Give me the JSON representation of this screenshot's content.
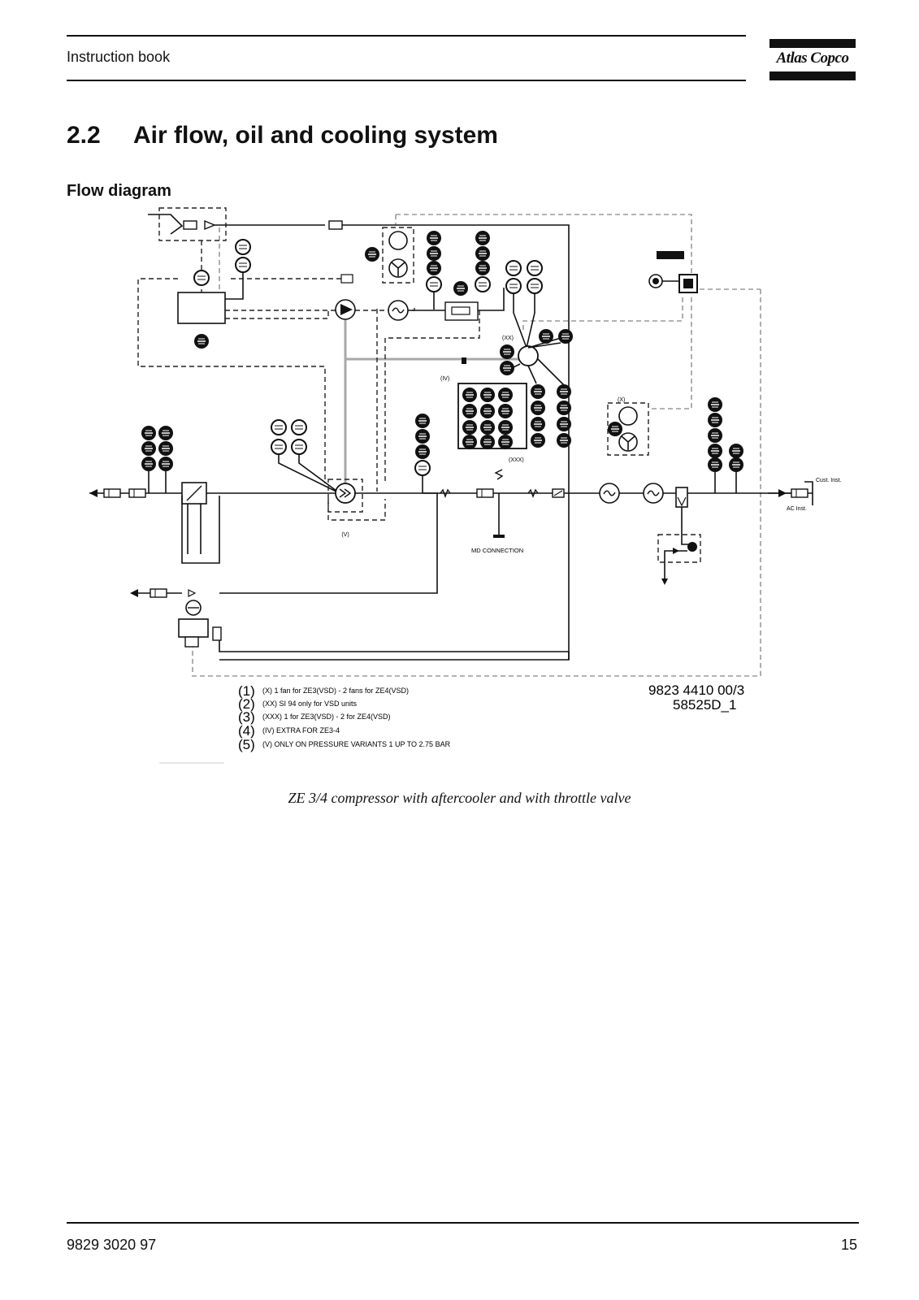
{
  "header": {
    "title": "Instruction book",
    "brand": "Atlas Copco"
  },
  "section": {
    "number": "2.2",
    "title": "Air flow, oil and cooling system"
  },
  "subheading": "Flow diagram",
  "diagram": {
    "drawing_number": "9823 4410 00/3",
    "drawing_ref": "58525D_1",
    "labels": {
      "md_connection": "MD CONNECTION",
      "cust_inst": "Cust. Inst.",
      "ac_inst": "AC Inst.",
      "marker_xx": "(XX)",
      "marker_x": "(X)",
      "marker_xxx": "(XXX)",
      "marker_iv": "(IV)",
      "marker_v": "(V)"
    },
    "notes": [
      {
        "num": "(1)",
        "text": "(X)  1 fan for ZE3(VSD) - 2 fans for ZE4(VSD)"
      },
      {
        "num": "(2)",
        "text": "(XX)  SI 94 only for VSD units"
      },
      {
        "num": "(3)",
        "text": "(XXX)  1 for ZE3(VSD) - 2 for ZE4(VSD)"
      },
      {
        "num": "(4)",
        "text": "(IV) EXTRA FOR ZE3-4"
      },
      {
        "num": "(5)",
        "text": "(V)    ONLY ON PRESSURE VARIANTS 1 UP TO 2.75 BAR"
      }
    ]
  },
  "caption": "ZE 3/4 compressor with aftercooler and with throttle valve",
  "footer": {
    "doc_number": "9829 3020 97",
    "page": "15"
  }
}
